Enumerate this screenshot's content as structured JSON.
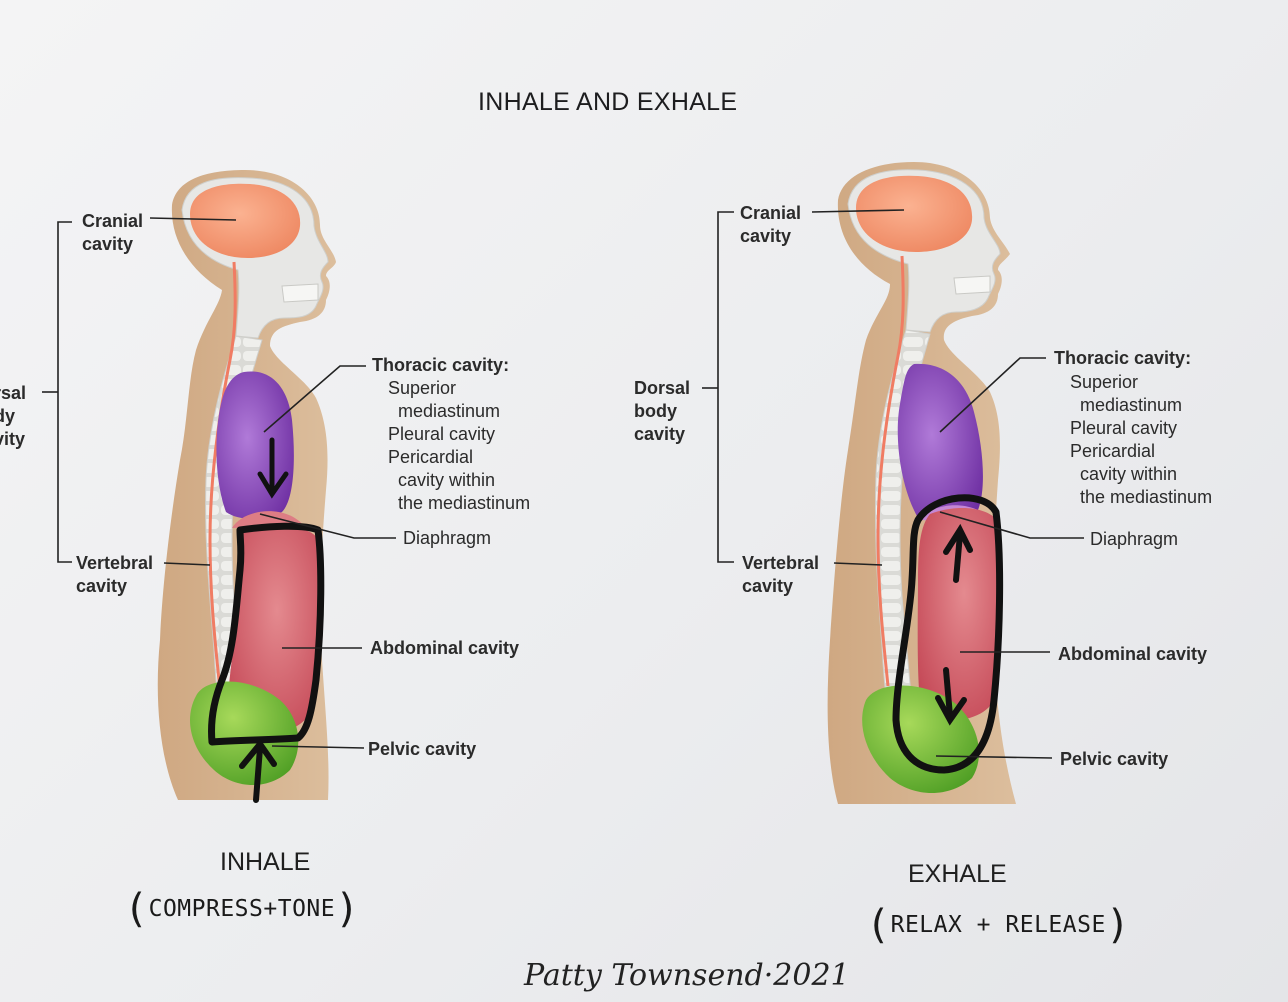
{
  "title": "INHALE AND EXHALE",
  "left_figure": {
    "labels": {
      "cranial": "Cranial\ncavity",
      "dorsal_partial": "rsal\ndy\nvity",
      "thoracic_heading": "Thoracic cavity:",
      "thoracic_items": "Superior\n  mediastinum\nPleural cavity\nPericardial\n  cavity within\n  the mediastinum",
      "diaphragm": "Diaphragm",
      "vertebral": "Vertebral\ncavity",
      "abdominal": "Abdominal cavity",
      "pelvic": "Pelvic cavity"
    },
    "caption": "INHALE",
    "hand_caption": "COMPRESS+TONE"
  },
  "right_figure": {
    "labels": {
      "cranial": "Cranial\ncavity",
      "dorsal": "Dorsal\nbody\ncavity",
      "thoracic_heading": "Thoracic cavity:",
      "thoracic_items": "Superior\n  mediastinum\nPleural cavity\nPericardial\n  cavity within\n  the mediastinum",
      "diaphragm": "Diaphragm",
      "vertebral": "Vertebral\ncavity",
      "abdominal": "Abdominal cavity",
      "pelvic": "Pelvic cavity"
    },
    "caption": "EXHALE",
    "hand_caption": "RELAX + RELEASE"
  },
  "signature": "Patty Townsend·2021",
  "colors": {
    "skin": "#d7b796",
    "cranial": "#f49a72",
    "thoracic": "#8a47b8",
    "abdominal": "#d45a66",
    "pelvic": "#6dbb3a",
    "bone": "#e6e6e4",
    "spinal_cord": "#f07c63",
    "ink": "#111111"
  },
  "icons": [
    "down-arrow-icon",
    "up-arrow-icon"
  ]
}
